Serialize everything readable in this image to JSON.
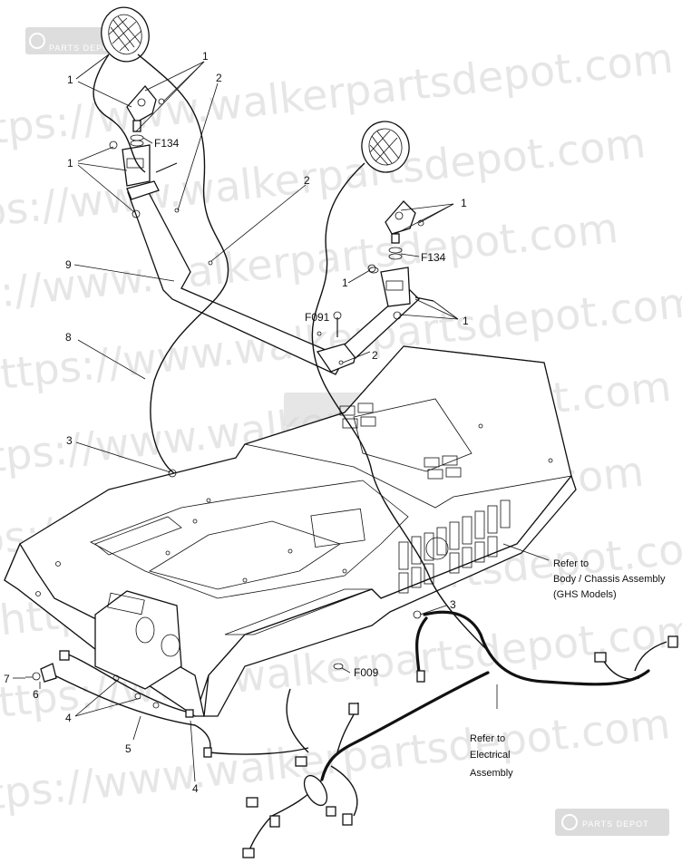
{
  "watermark": {
    "rows": [
      "https://www.walkerpartsdepot.com",
      "https://www.walkerpartsdepot.com",
      "https://www.walkerpartsdepot.com",
      "https://www.walkerpartsdepot.com",
      "https://www.walkerpartsdepot.com",
      "https://www.walkerpartsdepot.com",
      "https://www.walkerpartsdepot.com",
      "https://www.walkerpartsdepot.com",
      "https://www.walkerpartsdepot.com"
    ],
    "badge_top": "PARTS DEPOT",
    "badge_bottom": "PARTS DEPOT"
  },
  "callouts": {
    "c1_a": "1",
    "c1_b": "1",
    "c1_c": "1",
    "c1_d": "1",
    "c1_e": "1",
    "c1_f": "1",
    "c2_a": "2",
    "c2_b": "2",
    "c2_c": "2",
    "c3_a": "3",
    "c3_b": "3",
    "c4_a": "4",
    "c4_b": "4",
    "c5": "5",
    "c6": "6",
    "c7": "7",
    "c8": "8",
    "c9": "9",
    "f134_a": "F134",
    "f134_b": "F134",
    "f091": "F091",
    "f009": "F009"
  },
  "notes": {
    "body_line1": "Refer to",
    "body_line2": "Body / Chassis Assembly",
    "body_line3": "(GHS Models)",
    "elec_line1": "Refer to",
    "elec_line2": "Electrical",
    "elec_line3": "Assembly"
  }
}
